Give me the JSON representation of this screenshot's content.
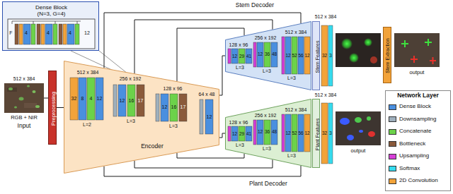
{
  "diagram": {
    "nodes": [
      {
        "text": [
          "Dense Block (N=3, G=4)"
        ]
      },
      {
        "text": [
          "512 x 384",
          "RGB + NIR",
          "Input"
        ]
      },
      {
        "text": [
          "Preprocessing"
        ]
      },
      {
        "text": [
          "Encoder"
        ]
      },
      {
        "text": [
          "Stem Decoder"
        ]
      },
      {
        "text": [
          "Stem Features"
        ]
      },
      {
        "text": [
          "Stem Extraction"
        ]
      },
      {
        "text": [
          "output"
        ]
      },
      {
        "text": [
          "Plant Decoder"
        ]
      },
      {
        "text": [
          "Plant Features"
        ]
      },
      {
        "text": [
          "output"
        ]
      }
    ],
    "edges": [
      {
        "from": 1,
        "to": 2,
        "arrow": "none"
      },
      {
        "from": 2,
        "to": 3,
        "arrow": "none"
      },
      {
        "from": 3,
        "to": 4,
        "arrow": "none"
      },
      {
        "from": 3,
        "to": 4,
        "arrow": "none"
      },
      {
        "from": 3,
        "to": 4,
        "arrow": "none"
      },
      {
        "from": 3,
        "to": 8,
        "arrow": "none"
      },
      {
        "from": 3,
        "to": 8,
        "arrow": "none"
      },
      {
        "from": 3,
        "to": 8,
        "arrow": "none"
      },
      {
        "from": 3,
        "to": 4,
        "arrow": "none"
      },
      {
        "from": 3,
        "to": 8,
        "arrow": "none"
      }
    ],
    "labels": [
      "F",
      "4",
      "4",
      "4",
      "12",
      "512 x 384",
      "32",
      "8",
      "4",
      "12",
      "L=2",
      "256 x 192",
      "12",
      "16",
      "17",
      "L=3",
      "128 x 96",
      "12",
      "16",
      "17",
      "L=3",
      "64 x 48",
      "12",
      "128 x 96",
      "12",
      "29",
      "41",
      "L=3",
      "256 x 192",
      "12",
      "36",
      "48",
      "L=3",
      "512 x 384",
      "12",
      "52",
      "56",
      "12",
      "L=3",
      "512 x 384",
      "32",
      "3",
      "128 x 96",
      "12",
      "29",
      "41",
      "L=3",
      "256 x 192",
      "12",
      "36",
      "48",
      "L=3",
      "512 x 384",
      "12",
      "52",
      "56",
      "12",
      "L=3",
      "512 x 384",
      "32",
      "3",
      "Network Layer"
    ],
    "legend": [
      {
        "text": "Dense Block",
        "color": "#4a8fdf"
      },
      {
        "text": "Downsampling",
        "color": "#9fb0bd"
      },
      {
        "text": "Concatenate",
        "color": "#6cd24a"
      },
      {
        "text": "Bottleneck",
        "color": "#8a5a3b"
      },
      {
        "text": "Upsampling",
        "color": "#d63fd6"
      },
      {
        "text": "Softmax",
        "color": "#35dbee"
      },
      {
        "text": "2D Convolution",
        "color": "#f2a33a"
      }
    ]
  }
}
